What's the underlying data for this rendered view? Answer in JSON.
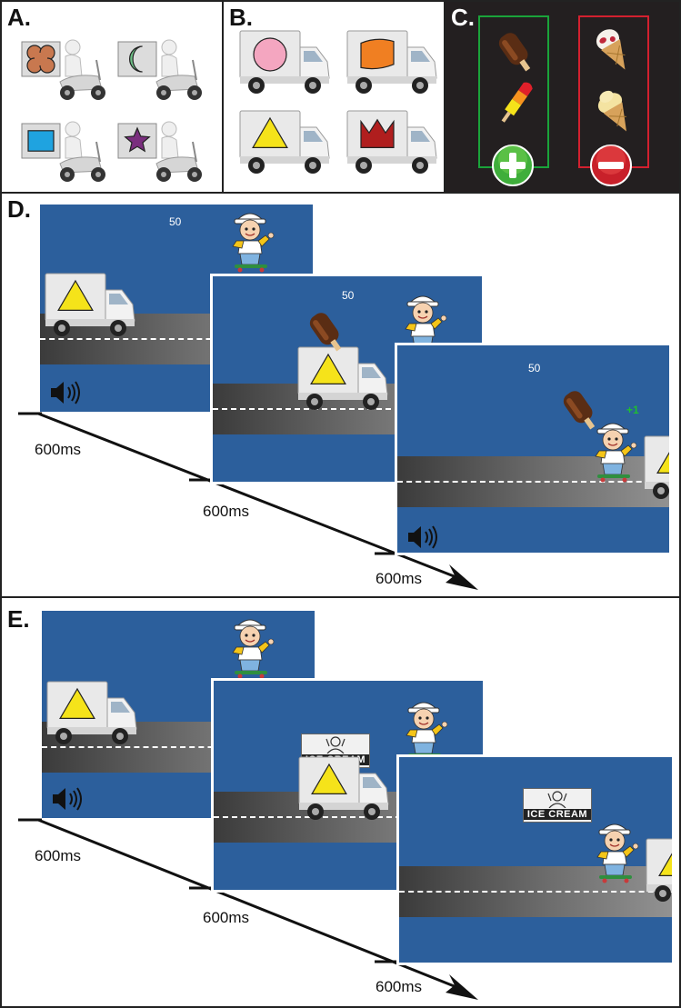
{
  "panels": {
    "a": {
      "label": "A."
    },
    "b": {
      "label": "B."
    },
    "c": {
      "label": "C."
    },
    "d": {
      "label": "D."
    },
    "e": {
      "label": "E."
    }
  },
  "panel_a": {
    "shapes": [
      {
        "shape": "quatrefoil",
        "color": "#c8784f"
      },
      {
        "shape": "crescent",
        "color": "#6dbf86"
      },
      {
        "shape": "square",
        "color": "#1fa3e0"
      },
      {
        "shape": "star",
        "color": "#7a2e7e"
      }
    ],
    "icon": "scooter-rider-icon"
  },
  "panel_b": {
    "shapes": [
      {
        "shape": "circle",
        "color": "#f4a6c0"
      },
      {
        "shape": "flag",
        "color": "#f07f22"
      },
      {
        "shape": "triangle",
        "color": "#f5e31a"
      },
      {
        "shape": "crown",
        "color": "#b01e1e"
      }
    ],
    "icon": "delivery-truck-icon"
  },
  "panel_c": {
    "reward_box_color": "#1aa33a",
    "loss_box_color": "#d3202f",
    "reward_items": [
      "chocolate-ice-cream-bar",
      "rocket-ice-lolly"
    ],
    "loss_items": [
      "strawberry-cone",
      "vanilla-soft-serve-cone"
    ],
    "reward_symbol": "plus-icon",
    "loss_symbol": "minus-icon"
  },
  "panel_d": {
    "frames": [
      {
        "score": "50"
      },
      {
        "score": "50"
      },
      {
        "score": "50",
        "feedback": "+1"
      }
    ],
    "durations": [
      "600ms",
      "600ms",
      "600ms"
    ]
  },
  "panel_e": {
    "sign_text": "ICE CREAM",
    "durations": [
      "600ms",
      "600ms",
      "600ms"
    ]
  },
  "colors": {
    "sky": "#2c5f9c",
    "triangle": "#f5e31a",
    "background_c": "#231f20"
  }
}
